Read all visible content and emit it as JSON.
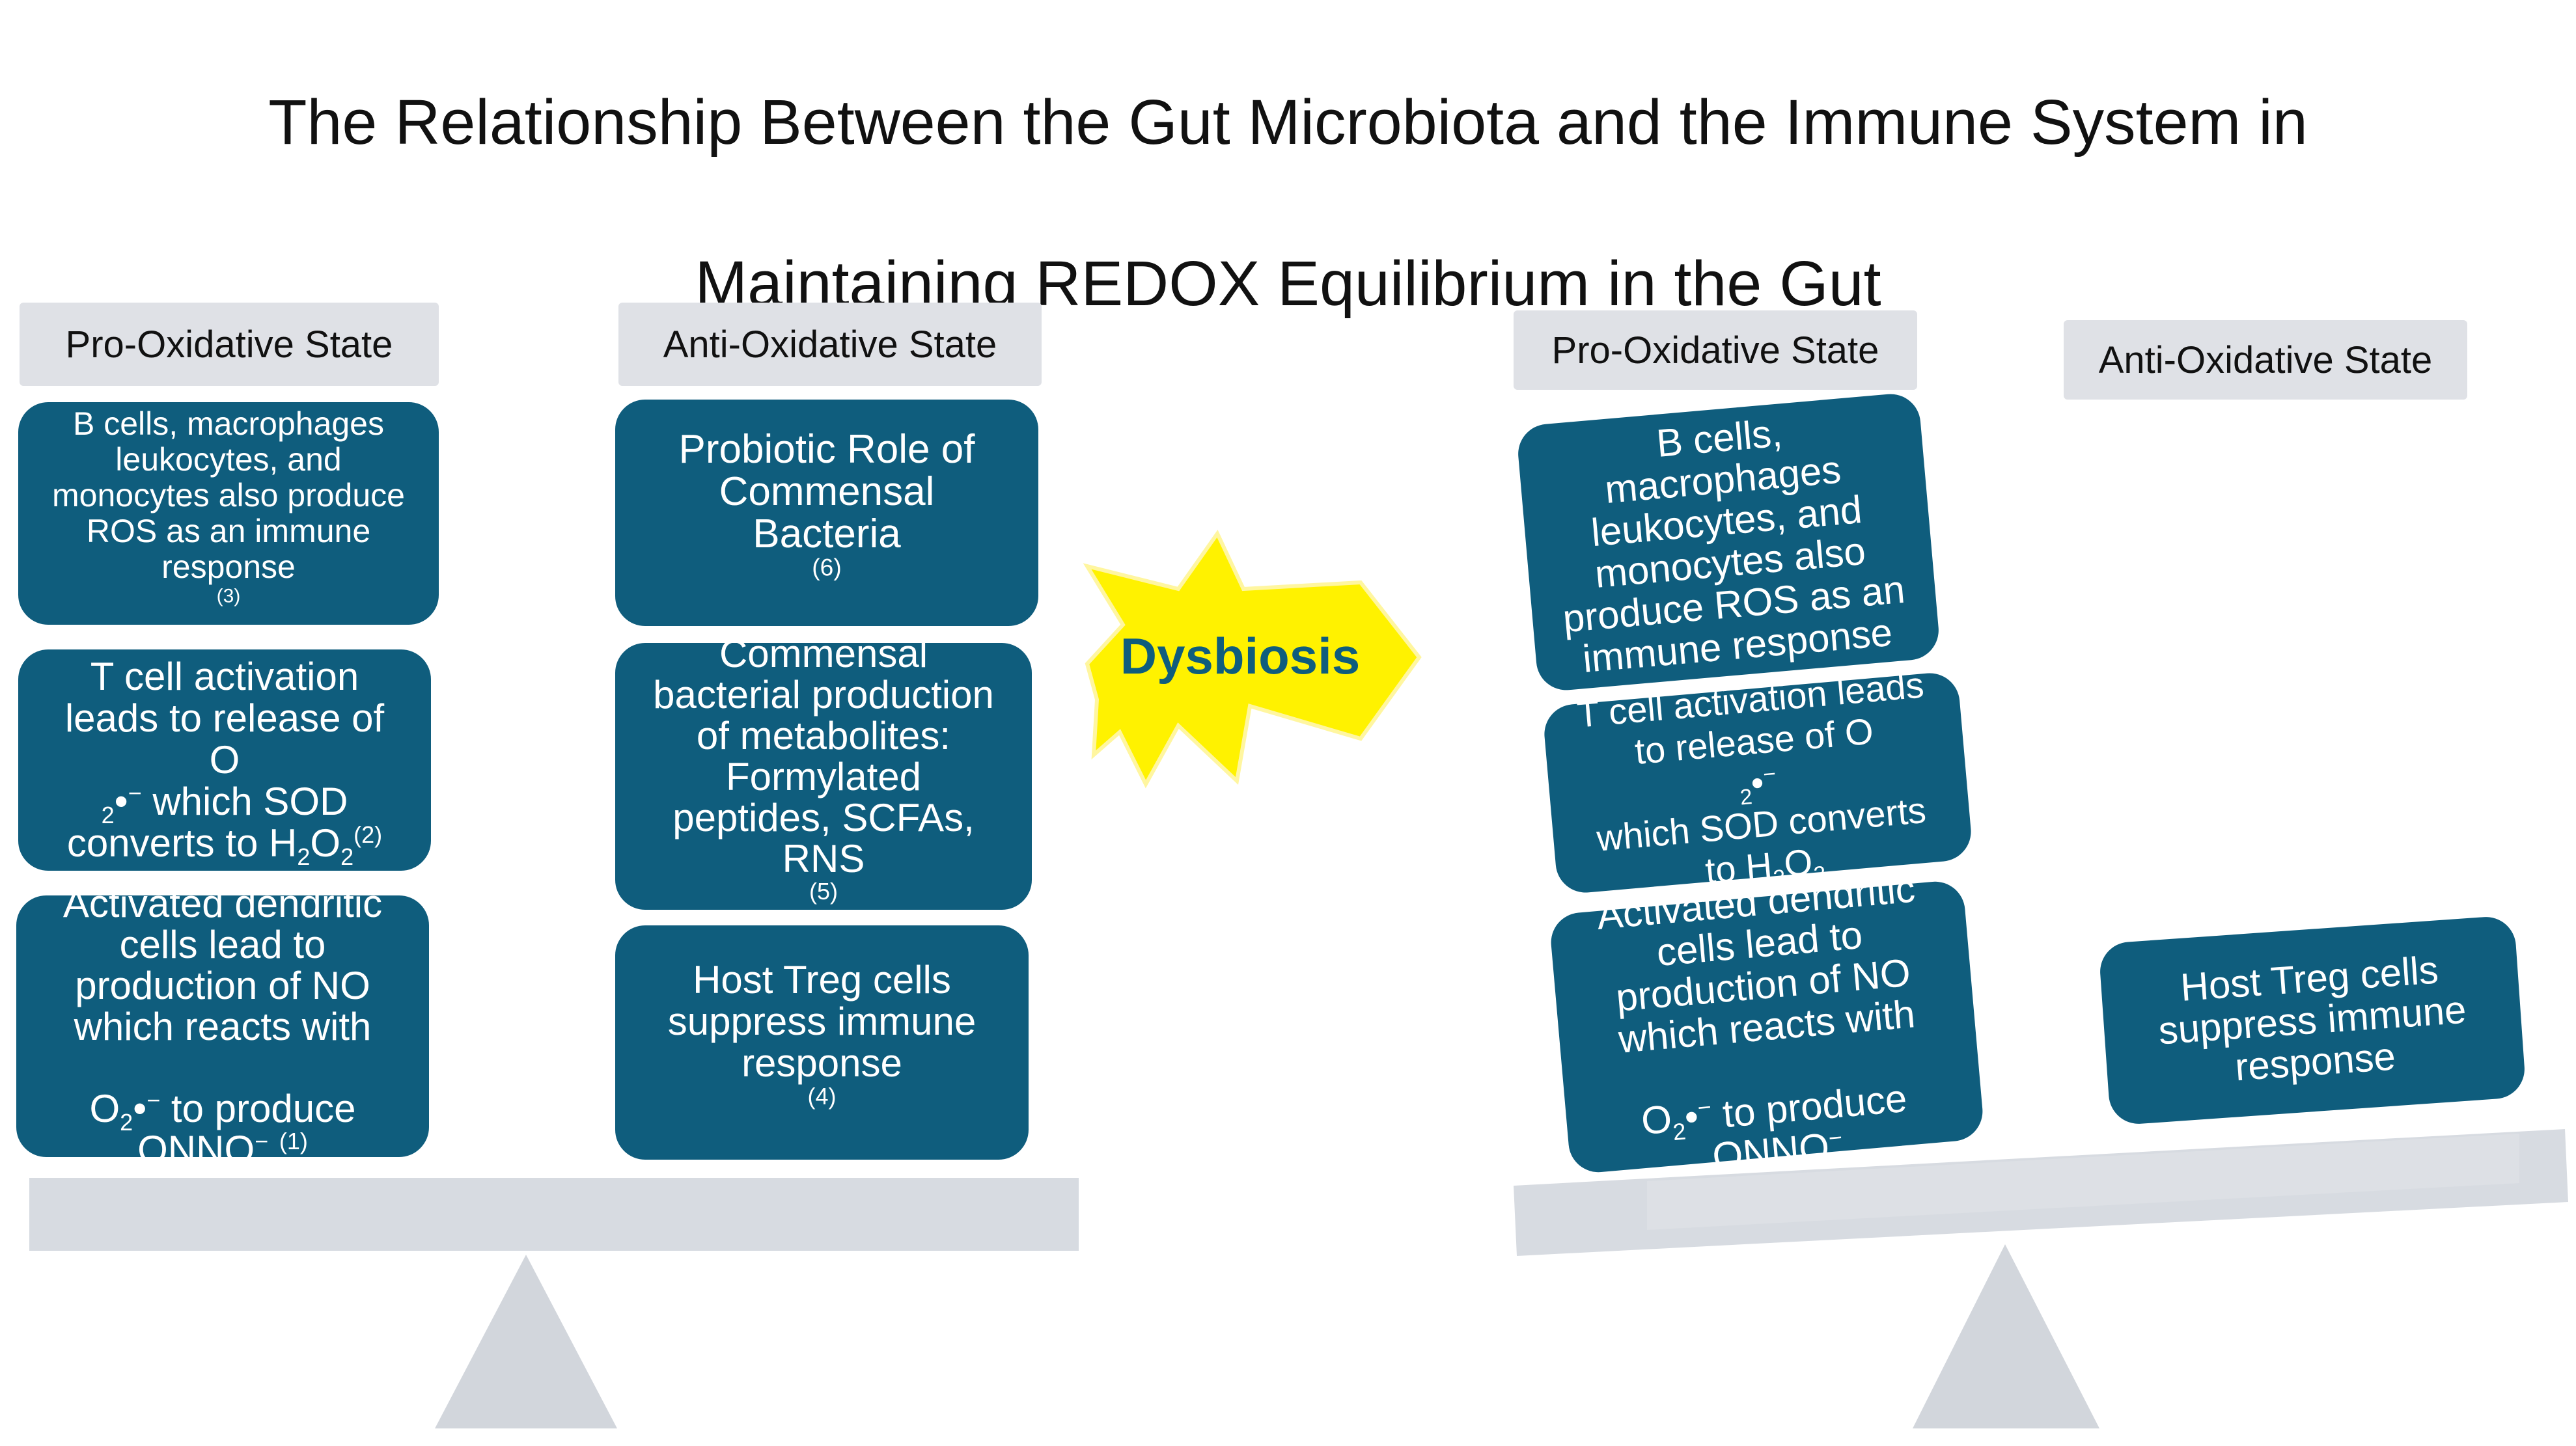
{
  "title": {
    "line1": "The Relationship Between the Gut Microbiota and the Immune System in",
    "line2": "Maintaining REDOX Equilibrium in the Gut"
  },
  "left_scale": {
    "pro_header": "Pro-Oxidative State",
    "anti_header": "Anti-Oxidative State",
    "pro_boxes": [
      {
        "text": "B cells, macrophages\nleukocytes, and\nmonocytes also produce\nROS as an immune\nresponse",
        "ref": "(3)"
      },
      {
        "text": "T cell activation\nleads to release of\nO",
        "ref": "(2)"
      },
      {
        "text": "Activated dendritic\ncells lead to\nproduction of NO\nwhich reacts with",
        "ref": "(1)"
      }
    ],
    "anti_boxes": [
      {
        "text": "Probiotic Role of\nCommensal\nBacteria",
        "ref": "(6)"
      },
      {
        "text": "Commensal\nbacterial production\nof metabolites:\nFormylated\npeptides, SCFAs,\nRNS",
        "ref": "(5)"
      },
      {
        "text": "Host Treg cells\nsuppress immune\nresponse",
        "ref": "(4)"
      }
    ]
  },
  "arrow_label": "Dysbiosis",
  "right_scale": {
    "pro_header": "Pro-Oxidative State",
    "anti_header": "Anti-Oxidative State",
    "pro_boxes": [
      {
        "text": "B cells,\nmacrophages\nleukocytes, and\nmonocytes also\nproduce ROS as an\nimmune response"
      },
      {
        "text": "T cell activation leads\nto release of O"
      },
      {
        "text": "Activated dendritic\ncells lead to\nproduction of NO\nwhich reacts with"
      }
    ],
    "anti_boxes": [
      {
        "text": "Host Treg cells\nsuppress immune\nresponse"
      }
    ]
  },
  "colors": {
    "box": "#0f5d7d",
    "header_bg": "#dfe1e6",
    "beam": "#d7dbe1",
    "fulcrum": "#d2d6dc",
    "burst": "#fff200",
    "arrow_text": "#0f5d7d"
  }
}
